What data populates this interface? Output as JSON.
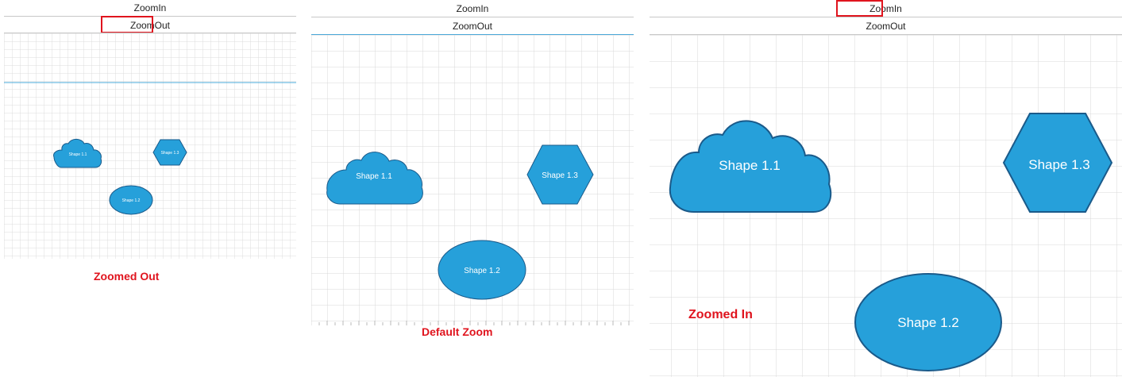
{
  "colors": {
    "shape_fill": "#26a0da",
    "shape_stroke": "#1a5a8a",
    "grid": "#d9d9d9",
    "grid_major": "#cfcfcf",
    "accent_line": "#4aa8d8",
    "caption": "#e0141e",
    "highlight": "#e0141e"
  },
  "panels": [
    {
      "id": "zoomed-out",
      "zoomin_label": "ZoomIn",
      "zoomout_label": "ZoomOut",
      "highlighted_button": "zoomout",
      "caption": "Zoomed Out",
      "shapes": [
        {
          "label": "Shape 1.1",
          "kind": "cloud"
        },
        {
          "label": "Shape 1.2",
          "kind": "ellipse"
        },
        {
          "label": "Shape 1.3",
          "kind": "hexagon"
        }
      ]
    },
    {
      "id": "default-zoom",
      "zoomin_label": "ZoomIn",
      "zoomout_label": "ZoomOut",
      "highlighted_button": "none",
      "caption": "Default Zoom",
      "shapes": [
        {
          "label": "Shape 1.1",
          "kind": "cloud"
        },
        {
          "label": "Shape 1.2",
          "kind": "ellipse"
        },
        {
          "label": "Shape 1.3",
          "kind": "hexagon"
        }
      ]
    },
    {
      "id": "zoomed-in",
      "zoomin_label": "ZoomIn",
      "zoomout_label": "ZoomOut",
      "highlighted_button": "zoomin",
      "caption": "Zoomed In",
      "shapes": [
        {
          "label": "Shape 1.1",
          "kind": "cloud"
        },
        {
          "label": "Shape 1.2",
          "kind": "ellipse"
        },
        {
          "label": "Shape 1.3",
          "kind": "hexagon"
        }
      ]
    }
  ]
}
